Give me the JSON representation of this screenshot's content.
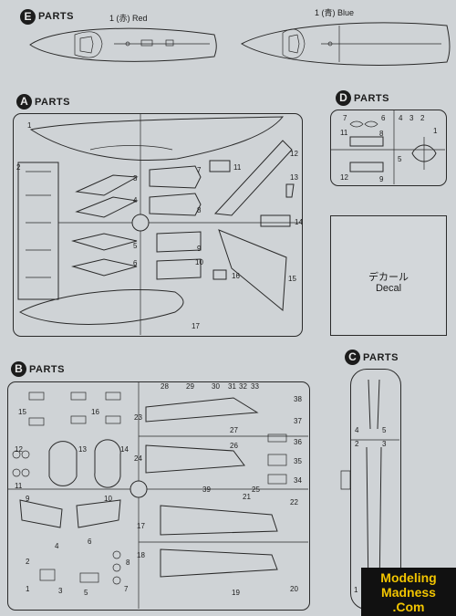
{
  "sections": {
    "E": {
      "letter": "E",
      "title": "PARTS",
      "left_label": "1 (赤) Red",
      "right_label": "1 (青) Blue"
    },
    "A": {
      "letter": "A",
      "title": "PARTS",
      "numbers": [
        "1",
        "2",
        "3",
        "4",
        "5",
        "6",
        "7",
        "8",
        "9",
        "10",
        "11",
        "12",
        "13",
        "14",
        "15",
        "16",
        "17"
      ]
    },
    "D": {
      "letter": "D",
      "title": "PARTS",
      "numbers": [
        "7",
        "6",
        "4",
        "3",
        "2",
        "11",
        "8",
        "1",
        "5",
        "12",
        "9"
      ]
    },
    "decal": {
      "label_jp": "デカール",
      "label_en": "Decal"
    },
    "B": {
      "letter": "B",
      "title": "PARTS",
      "numbers": [
        "15",
        "16",
        "12",
        "13",
        "14",
        "11",
        "9",
        "10",
        "4",
        "6",
        "2",
        "8",
        "1",
        "3",
        "5",
        "7",
        "28",
        "29",
        "30",
        "31",
        "32",
        "33",
        "38",
        "23",
        "37",
        "27",
        "36",
        "26",
        "35",
        "24",
        "39",
        "25",
        "34",
        "22",
        "21",
        "17",
        "18",
        "19",
        "20"
      ]
    },
    "C": {
      "letter": "C",
      "title": "PARTS",
      "numbers": [
        "4",
        "5",
        "2",
        "3",
        "1"
      ]
    }
  },
  "watermark": {
    "line1": "Modeling",
    "line2": "Madness",
    "line3": ".Com"
  }
}
